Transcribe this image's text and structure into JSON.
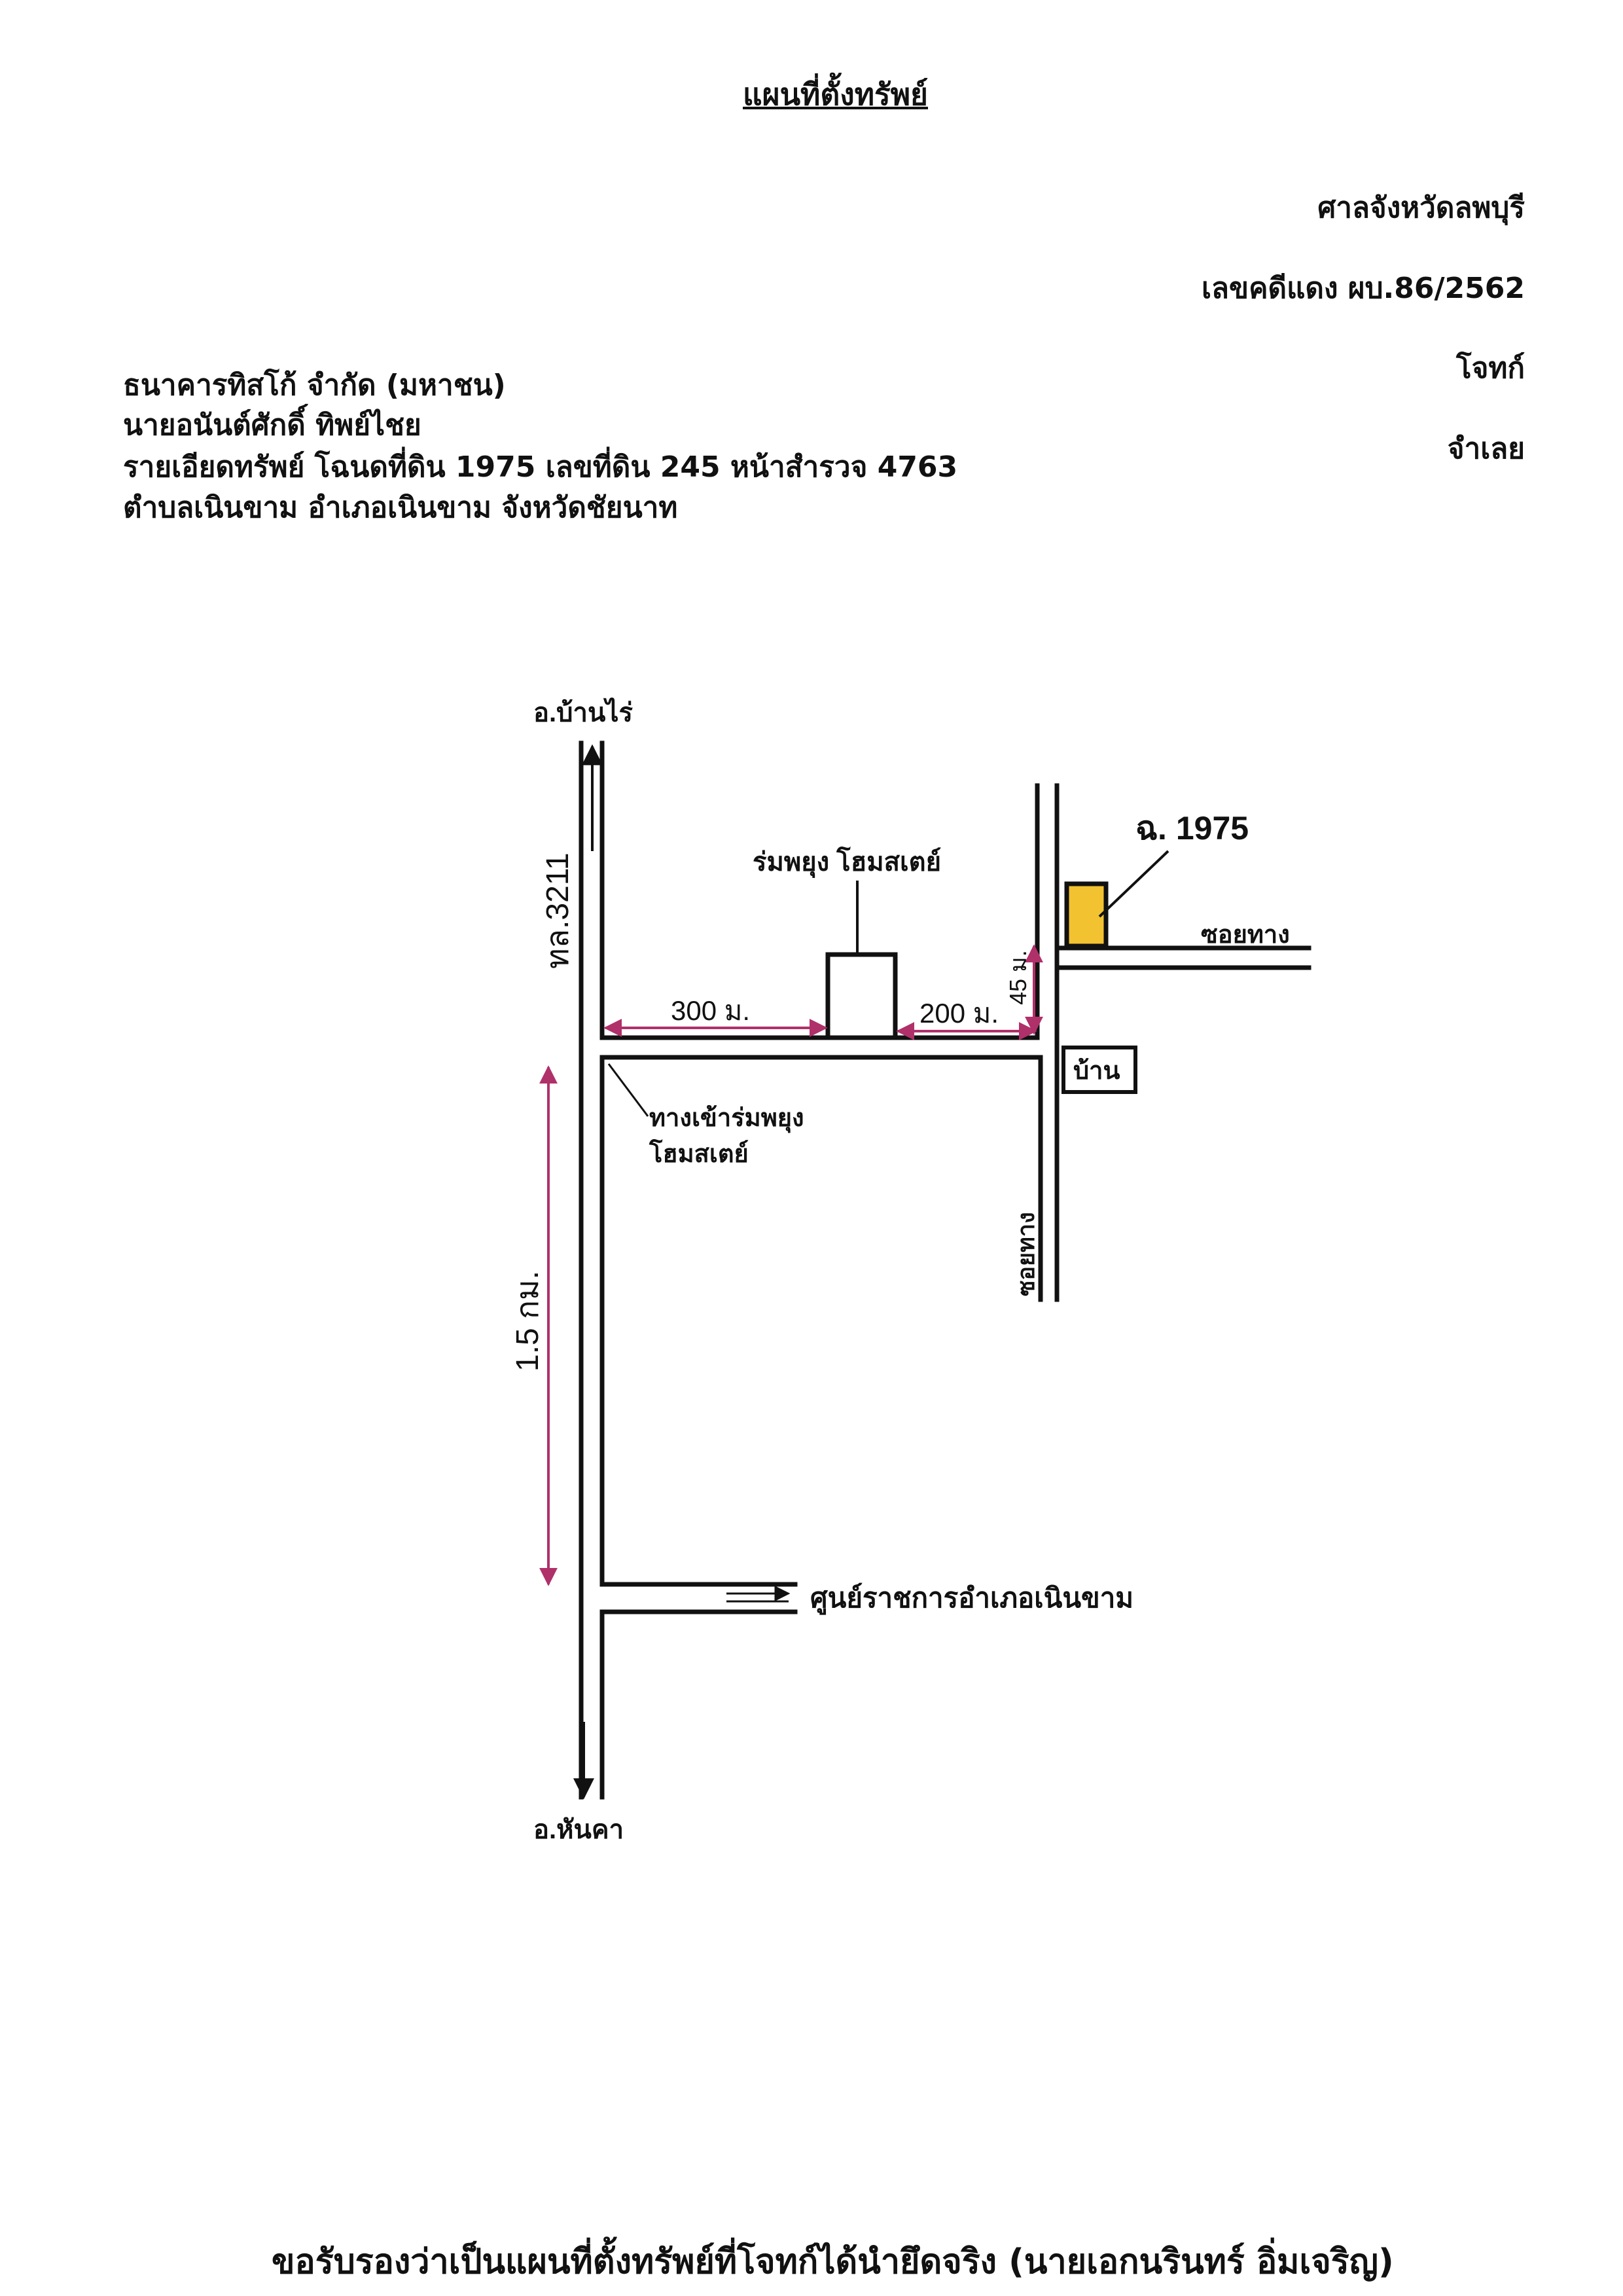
{
  "document": {
    "title": "แผนที่ตั้งทรัพย์",
    "court": "ศาลจังหวัดลพบุรี",
    "case_number": "เลขคดีแดง ผบ.86/2562",
    "plaintiff_label": "โจทก์",
    "defendant_label": "จำเลย",
    "plaintiff": "ธนาคารทิสโก้ จำกัด (มหาชน)",
    "defendant": "นายอนันต์ศักดิ์  ทิพย์ไชย",
    "asset_detail": "รายเอียดทรัพย์ โฉนดที่ดิน 1975 เลขที่ดิน 245 หน้าสำรวจ 4763",
    "location": "ตำบลเนินขาม  อำเภอเนินขาม  จังหวัดชัยนาท",
    "footer": "ขอรับรองว่าเป็นแผนที่ตั้งทรัพย์ที่โจทก์ได้นำยึดจริง (นายเอกนรินทร์ อิ่มเจริญ)"
  },
  "map": {
    "north_label": "อ.บ้านไร่",
    "south_label": "อ.หันคา",
    "highway_label": "ทล.3211",
    "homestay_label": "ร่มพยุง โฮมสเตย์",
    "entrance_label_1": "ทางเข้าร่มพยุง",
    "entrance_label_2": "โฮมสเตย์",
    "dist_300": "300 ม.",
    "dist_200": "200 ม.",
    "dist_45": "45 ม.",
    "dist_1_5": "1.5 กม.",
    "parcel_label": "ฉ. 1975",
    "alley_label_1": "ซอยทาง",
    "alley_label_2": "ซอยทาง",
    "house_label": "บ้าน",
    "district_office_label": "ศูนย์ราชการอำเภอเนินขาม"
  },
  "colors": {
    "measure": "#b0306a",
    "parcel": "#f2c230",
    "line": "#111111"
  }
}
